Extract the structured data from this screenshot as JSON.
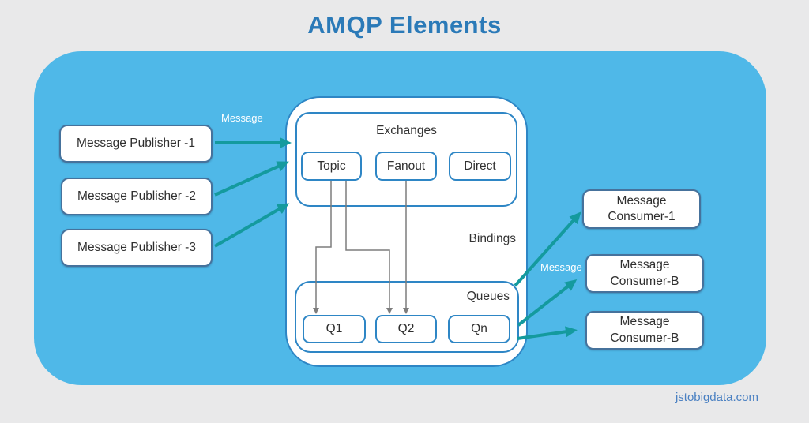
{
  "title": "AMQP Elements",
  "watermark": "jstobigdata.com",
  "labels": {
    "message_left": "Message",
    "message_right": "Message",
    "bindings": "Bindings"
  },
  "publishers": [
    {
      "label": "Message Publisher -1"
    },
    {
      "label": "Message Publisher -2"
    },
    {
      "label": "Message Publisher -3"
    }
  ],
  "consumers": [
    {
      "label": "Message\nConsumer-1"
    },
    {
      "label": "Message\nConsumer-B"
    },
    {
      "label": "Message\nConsumer-B"
    }
  ],
  "exchanges": {
    "title": "Exchanges",
    "types": [
      {
        "label": "Topic"
      },
      {
        "label": "Fanout"
      },
      {
        "label": "Direct"
      }
    ]
  },
  "queues": {
    "title": "Queues",
    "items": [
      {
        "label": "Q1"
      },
      {
        "label": "Q2"
      },
      {
        "label": "Qn"
      }
    ]
  },
  "colors": {
    "background": "#e9e9ea",
    "panel_blue": "#4fb8e8",
    "title_blue": "#2b7ab8",
    "broker_border_blue": "#2e86c5",
    "node_border": "#46729c",
    "arrow_teal": "#149a9e",
    "binding_gray": "#7d7d7d",
    "watermark_blue": "#4a80c2"
  }
}
